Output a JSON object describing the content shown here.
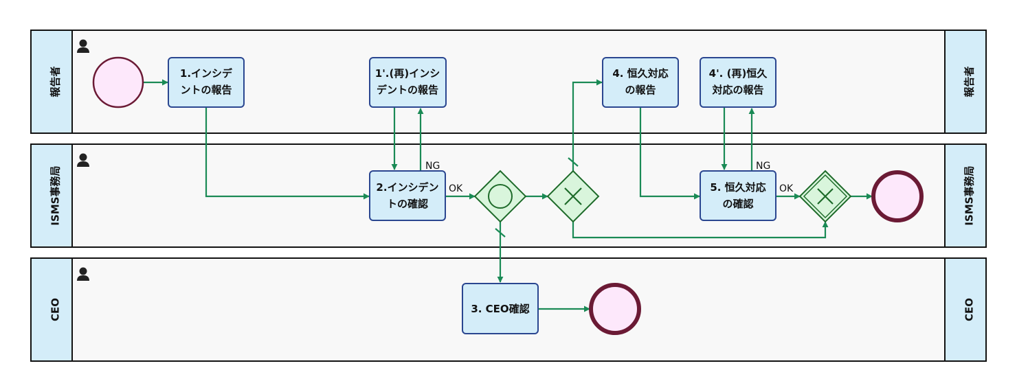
{
  "lanes": [
    {
      "label": "報告者"
    },
    {
      "label": "ISMS事務局"
    },
    {
      "label": "CEO"
    }
  ],
  "tasks": {
    "t1": [
      "1.インシデ",
      "ントの報告"
    ],
    "t1r": [
      "1'.(再)インシ",
      "デントの報告"
    ],
    "t2": [
      "2.インシデン",
      "トの確認"
    ],
    "t3": [
      "3. CEO確認"
    ],
    "t4": [
      "4. 恒久対応",
      "の報告"
    ],
    "t4r": [
      "4'. (再)恒久",
      "対応の報告"
    ],
    "t5": [
      "5. 恒久対応",
      "の確認"
    ]
  },
  "flow_labels": {
    "ng1": "NG",
    "ok1": "OK",
    "ng2": "NG",
    "ok2": "OK"
  },
  "colors": {
    "lane_header_fill": "#d4edf9",
    "lane_body_fill": "#f8f8f8",
    "task_fill": "#d4edf9",
    "task_stroke": "#2a4690",
    "flow": "#1a8a55",
    "gateway_fill": "#d9f5dc",
    "gateway_stroke": "#1e6b2a",
    "event_fill": "#fde8fb",
    "end_stroke": "#6b1a35"
  },
  "icons": {
    "lane_actor": "person-icon",
    "parallel_gateway": "circle-gateway-icon",
    "exclusive_gateway": "x-gateway-icon"
  }
}
